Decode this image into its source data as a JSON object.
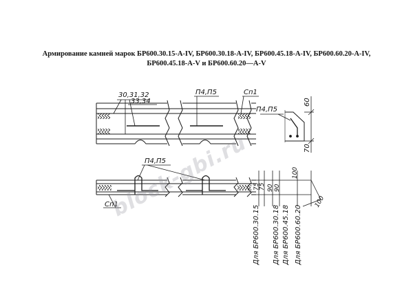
{
  "caption": {
    "line1": "Армирование камней марок БР600.30.15-А-IV, БР600.30.18-А-IV, БР600.45.18-А-IV, БР600.60.20-А-IV,",
    "line2": "БР600.45.18-А-V и БР600.60.20—А-V"
  },
  "top_view": {
    "label_rebar": "30,31,32",
    "label_rebar2": "33,34",
    "label_loops": "П4,П5",
    "label_net": "Сп1"
  },
  "section_view": {
    "label_loops": "П4,П5",
    "dim_top": "60",
    "dim_bottom": "70"
  },
  "lower_view": {
    "label_loops": "П4,П5",
    "label_net": "Сп1",
    "dims": [
      "75",
      "75",
      "90",
      "90",
      "100",
      "100"
    ],
    "notes": [
      "Для БР600.30.15",
      "Для БР600.30.18",
      "Для БР600.45.18",
      "Для БР600.60.20"
    ]
  },
  "watermark": "block-gbi.ru",
  "colors": {
    "ink": "#1a1a1a",
    "watermark": "#8c8c96"
  }
}
